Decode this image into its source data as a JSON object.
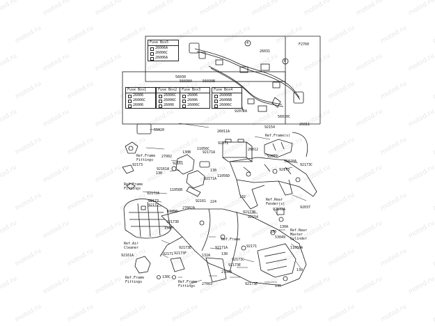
{
  "watermark": "motod.ru",
  "diagram_code": "F2760",
  "fuse_boxes": [
    {
      "name": "Fuse Box5",
      "parts": [
        "26006A",
        "26006C",
        "26006A"
      ]
    },
    {
      "name": "Fuse Box1",
      "parts": [
        "26006",
        "26006C",
        "26006"
      ]
    },
    {
      "name": "Fuse Box2",
      "parts": [
        "26006C",
        "26006C",
        "26006"
      ]
    },
    {
      "name": "Fuse Box3",
      "parts": [
        "26006",
        "26006",
        "26006C"
      ]
    },
    {
      "name": "Fuse Box4",
      "parts": [
        "26006B",
        "26006B",
        "26006C"
      ]
    }
  ],
  "callouts": [
    "4",
    "8",
    "26031",
    "56030",
    "56030A",
    "56030B",
    "92072A",
    "56030C",
    "92154",
    "26011",
    "26011A",
    "Ref.Frame(s)",
    "55020",
    "92171",
    "11056C",
    "26012",
    "Ref.Frame Fittings",
    "27002",
    "130B",
    "92161",
    "92161A",
    "130",
    "92171A",
    "92171A",
    "92072",
    "55020A",
    "92173",
    "92173C",
    "92173",
    "11056D",
    "130",
    "11056B",
    "Ref.Frame Fittings",
    "92172A",
    "92173",
    "92172",
    "27002A",
    "11056",
    "92161",
    "224",
    "132",
    "Ref.Rear Fender(s)",
    "92037",
    "92173B",
    "92154",
    "92173D",
    "92173A",
    "130A",
    "130",
    "130E",
    "Ref.Rear Master Cylinder",
    "53049",
    "11056A",
    "Ref.Frame",
    "Ref.Air Cleaner",
    "92171A",
    "92171",
    "92173E",
    "92173F",
    "92161A",
    "92171",
    "130",
    "132A",
    "92173C",
    "130",
    "27003",
    "92173E",
    "Ref.Frame Fittings",
    "130C",
    "Ref.Frame Fittings",
    "27003",
    "92173E",
    "130"
  ]
}
